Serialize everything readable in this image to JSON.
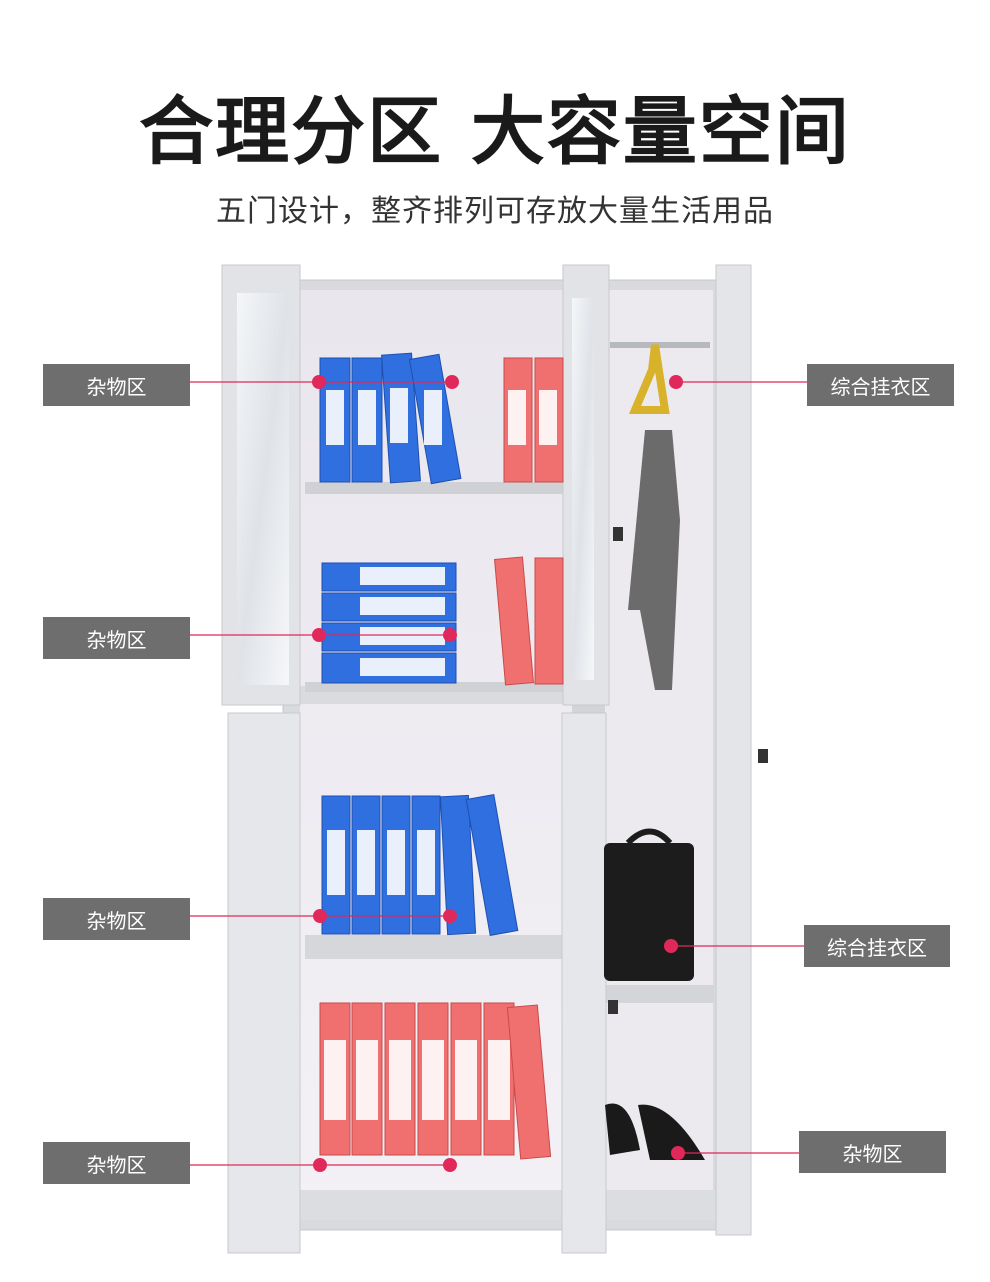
{
  "header": {
    "title": "合理分区 大容量空间",
    "subtitle": "五门设计，整齐排列可存放大量生活用品"
  },
  "zones": [
    {
      "id": "zone-1",
      "label": "杂物区"
    },
    {
      "id": "zone-2",
      "label": "杂物区"
    },
    {
      "id": "zone-3",
      "label": "杂物区"
    },
    {
      "id": "zone-4",
      "label": "杂物区"
    },
    {
      "id": "zone-5",
      "label": "综合挂衣区"
    },
    {
      "id": "zone-6",
      "label": "综合挂衣区"
    },
    {
      "id": "zone-7",
      "label": "杂物区"
    }
  ],
  "colors": {
    "label_bg": "#6e6e6e",
    "callout_line": "#e0285a",
    "binder_blue": "#2f6fe0",
    "binder_red": "#f07070",
    "cabinet": "#e6e7ea"
  }
}
